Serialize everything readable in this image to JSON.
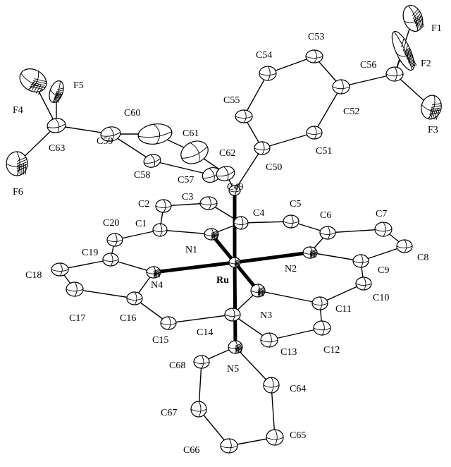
{
  "colors": {
    "line": "#000000",
    "background": "#ffffff",
    "atom_fill": "#ffffff"
  },
  "atom_labels": {
    "Ru": "Ru",
    "N1": "N1",
    "N2": "N2",
    "N3": "N3",
    "N4": "N4",
    "N5": "N5",
    "C1": "C1",
    "C2": "C2",
    "C3": "C3",
    "C4": "C4",
    "C5": "C5",
    "C6": "C6",
    "C7": "C7",
    "C8": "C8",
    "C9": "C9",
    "C10": "C10",
    "C11": "C11",
    "C12": "C12",
    "C13": "C13",
    "C14": "C14",
    "C15": "C15",
    "C16": "C16",
    "C17": "C17",
    "C18": "C18",
    "C19": "C19",
    "C20": "C20",
    "C49": "C49",
    "C50": "C50",
    "C51": "C51",
    "C52": "C52",
    "C53": "C53",
    "C54": "C54",
    "C55": "C55",
    "C56": "C56",
    "C57": "C57",
    "C58": "C58",
    "C59": "C59",
    "C60": "C60",
    "C61": "C61",
    "C62": "C62",
    "C63": "C63",
    "C64": "C64",
    "C65": "C65",
    "C66": "C66",
    "C67": "C67",
    "C68": "C68",
    "F1": "F1",
    "F2": "F2",
    "F3": "F3",
    "F4": "F4",
    "F5": "F5",
    "F6": "F6"
  }
}
